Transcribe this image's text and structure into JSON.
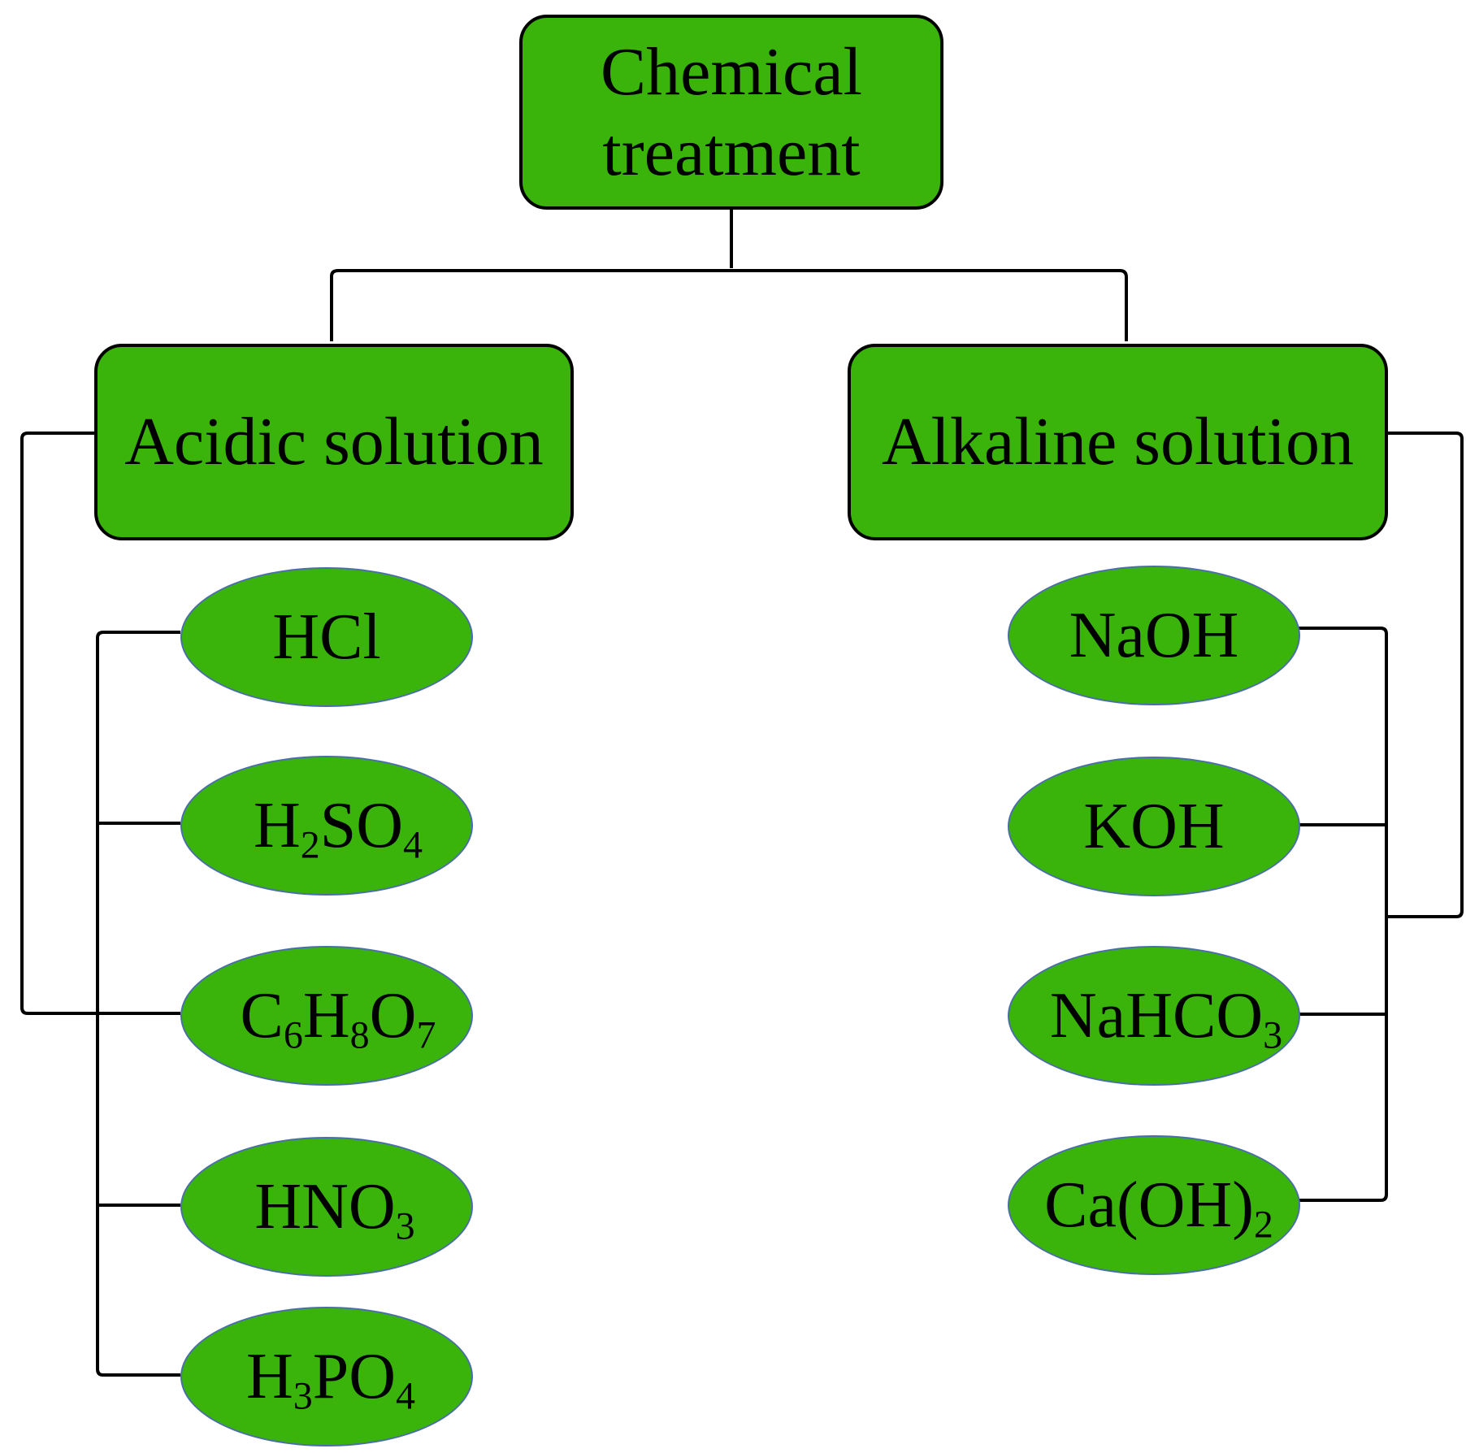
{
  "root": {
    "line1": "Chemical",
    "line2": "treatment"
  },
  "acidic": {
    "label": "Acidic solution",
    "items": [
      {
        "parts": [
          [
            "H",
            ""
          ],
          [
            "Cl",
            ""
          ]
        ],
        "text": "HCl"
      },
      {
        "parts": [
          [
            "H",
            "2"
          ],
          [
            "SO",
            "4"
          ]
        ],
        "text": "H2SO4"
      },
      {
        "parts": [
          [
            "C",
            "6"
          ],
          [
            "H",
            "8"
          ],
          [
            "O",
            "7"
          ]
        ],
        "text": "C6H8O7"
      },
      {
        "parts": [
          [
            "HNO",
            "3"
          ]
        ],
        "text": "HNO3"
      },
      {
        "parts": [
          [
            "H",
            "3"
          ],
          [
            "PO",
            "4"
          ]
        ],
        "text": "H3PO4"
      }
    ]
  },
  "alkaline": {
    "label": "Alkaline solution",
    "items": [
      {
        "parts": [
          [
            "NaOH",
            ""
          ]
        ],
        "text": "NaOH"
      },
      {
        "parts": [
          [
            "KOH",
            ""
          ]
        ],
        "text": "KOH"
      },
      {
        "parts": [
          [
            "NaHCO",
            "3"
          ]
        ],
        "text": "NaHCO3"
      },
      {
        "parts": [
          [
            "Ca(OH)",
            "2"
          ]
        ],
        "text": "Ca(OH)2"
      }
    ]
  },
  "colors": {
    "fill": "#3ab40a",
    "stroke": "#000000",
    "ellipse_border": "#4a6fa8"
  }
}
